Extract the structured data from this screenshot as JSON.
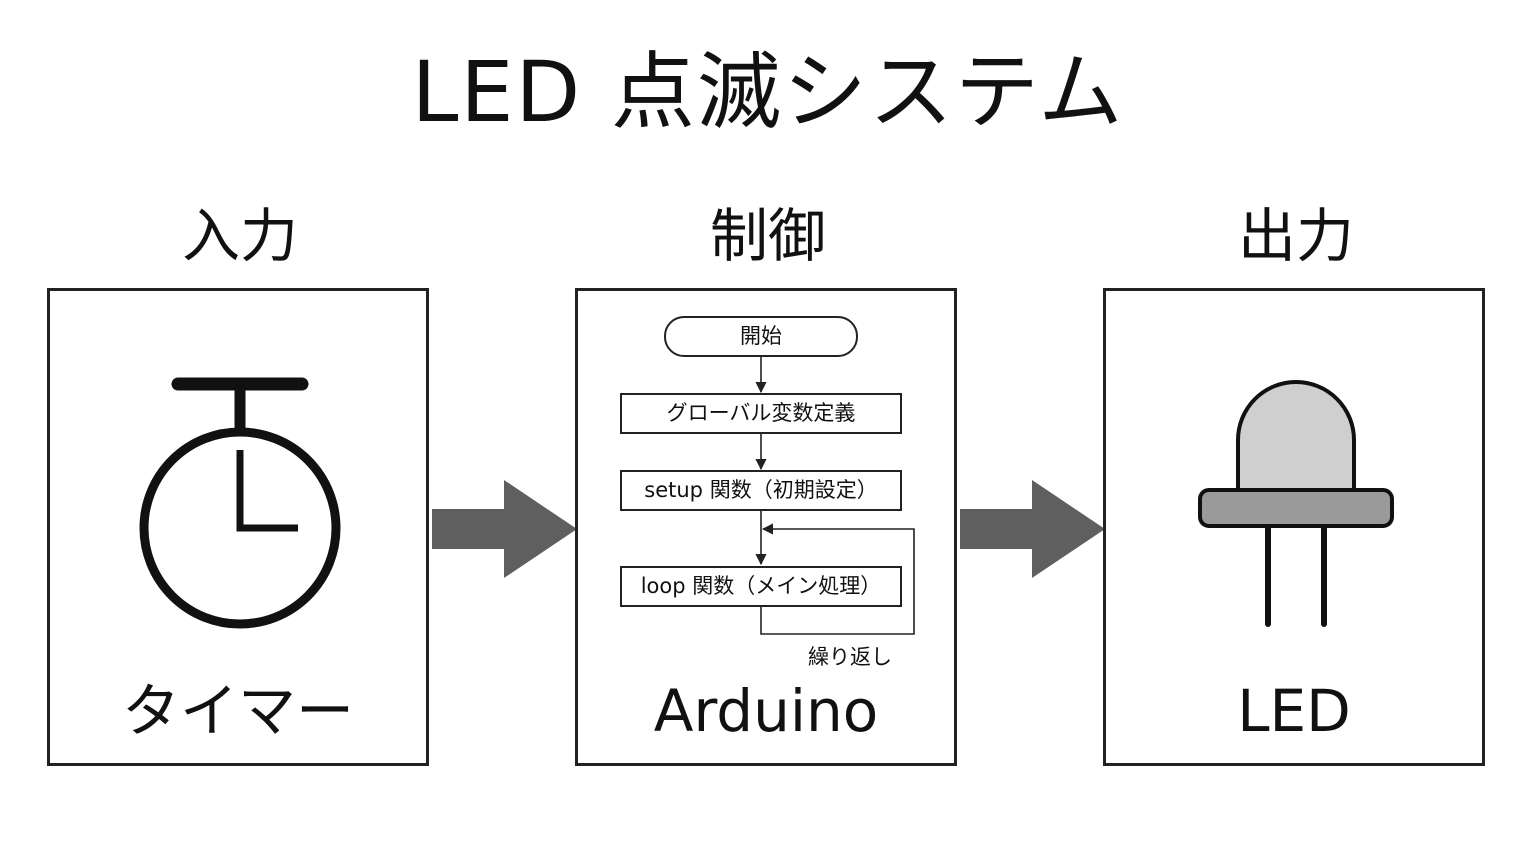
{
  "title": "LED 点滅システム",
  "columns": {
    "input": {
      "label": "入力",
      "caption": "タイマー",
      "icon": "stopwatch-icon"
    },
    "control": {
      "label": "制御",
      "caption": "Arduino",
      "flowchart": {
        "start": "開始",
        "step1": "グローバル変数定義",
        "step2": "setup 関数（初期設定）",
        "step3": "loop 関数（メイン処理）",
        "loop_note": "繰り返し"
      }
    },
    "output": {
      "label": "出力",
      "caption": "LED",
      "icon": "led-icon"
    }
  },
  "colors": {
    "arrow": "#5f5f5f",
    "led_dome": "#cfcfcf",
    "led_base": "#9a9a9a",
    "stroke": "#111111"
  }
}
